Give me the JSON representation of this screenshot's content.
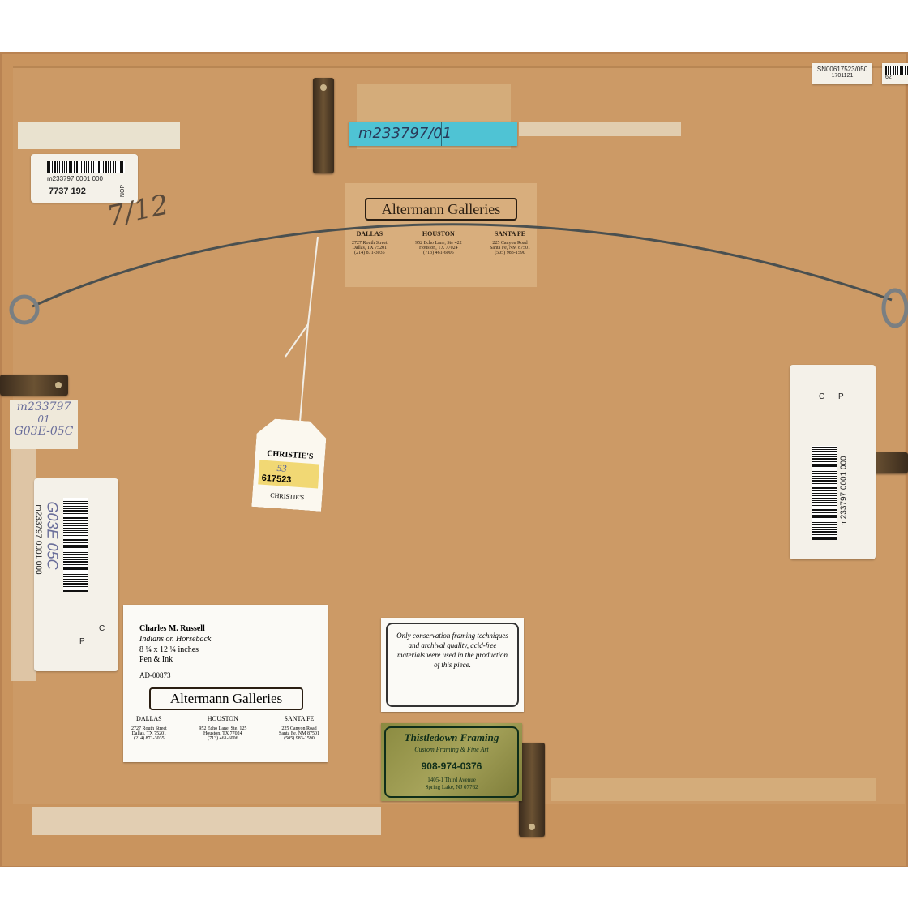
{
  "colors": {
    "board": "#cc9a66",
    "frame": "#c9945e",
    "label_tan": "#d8ae7d",
    "green_label": "#a6a35a",
    "blue_label": "#4fc3d4"
  },
  "top_right_label": {
    "line1": "SN00617523/050",
    "line2": "1701121"
  },
  "top_right_label2": {
    "line1": "62"
  },
  "barcode_label_topleft": {
    "code": "m233797 0001 000",
    "number": "7737 192",
    "side": "NOP"
  },
  "handwriting_top": "7/12",
  "blue_label": {
    "text": "m233797/01"
  },
  "altermann_top": {
    "name": "Altermann Galleries",
    "locations": [
      {
        "city": "DALLAS",
        "addr1": "2727 Routh Street",
        "addr2": "Dallas, TX 75201",
        "phone": "(214) 871-3035"
      },
      {
        "city": "HOUSTON",
        "addr1": "952 Echo Lane, Ste 422",
        "addr2": "Houston, TX 77024",
        "phone": "(713) 461-6006"
      },
      {
        "city": "SANTA FE",
        "addr1": "225 Canyon Road",
        "addr2": "Santa Fe, NM 87501",
        "phone": "(505) 983-1590"
      }
    ]
  },
  "handwritten_left": {
    "line1": "m233797",
    "line2": "01",
    "line3": "G03E-05C"
  },
  "tag": {
    "brand": "CHRISTIE'S",
    "lot": "53",
    "number": "617523",
    "footer": "CHRISTIE'S"
  },
  "barcode_left": {
    "code": "m233797 0001 000",
    "handwriting": "G03E 05C",
    "box1": "C",
    "box2": "P"
  },
  "barcode_right": {
    "code": "m233797 0001 000",
    "box1": "C",
    "box2": "P"
  },
  "artwork_card": {
    "artist": "Charles M. Russell",
    "title": "Indians on Horseback",
    "size": "8 ¼ x 12 ¼ inches",
    "medium": "Pen & Ink",
    "ref": "AD-00873",
    "gallery": "Altermann Galleries",
    "locations": [
      {
        "city": "DALLAS",
        "addr1": "2727 Routh Street",
        "addr2": "Dallas, TX 75201",
        "phone": "(214) 871-3035"
      },
      {
        "city": "HOUSTON",
        "addr1": "952 Echo Lane, Ste. 125",
        "addr2": "Houston, TX 77024",
        "phone": "(713) 461-6006"
      },
      {
        "city": "SANTA FE",
        "addr1": "225 Canyon Road",
        "addr2": "Santa Fe, NM 87501",
        "phone": "(505) 983-1590"
      }
    ]
  },
  "conservation_card": {
    "text": "Only conservation framing techniques and archival quality, acid-free materials were used in the production of this piece."
  },
  "thistledown": {
    "name": "Thistledown Framing",
    "subtitle": "Custom Framing & Fine Art",
    "phone": "908-974-0376",
    "addr1": "1405-1 Third Avenue",
    "addr2": "Spring Lake, NJ 07762"
  }
}
